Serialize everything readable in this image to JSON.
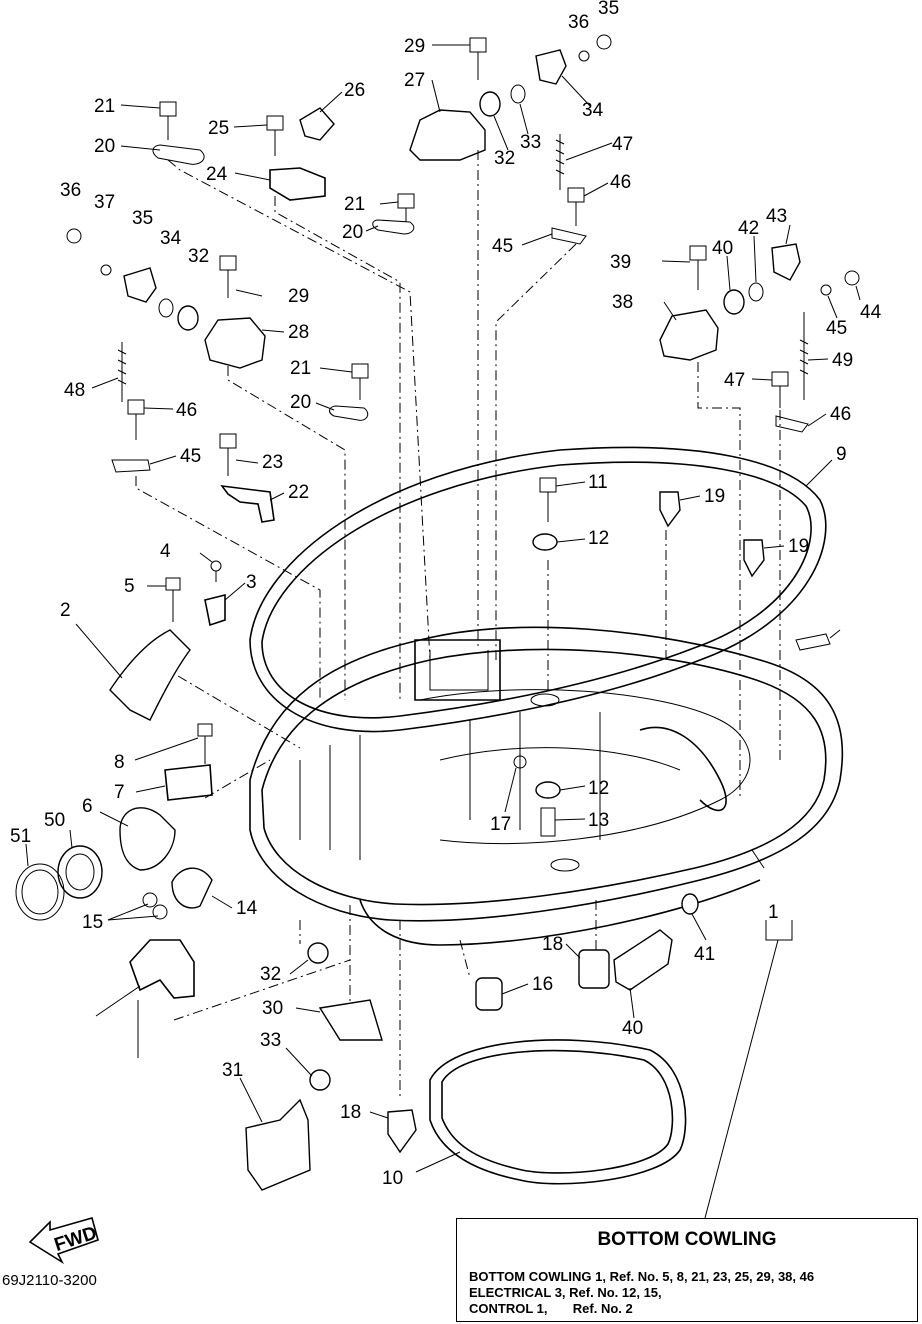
{
  "diagram": {
    "callouts": [
      "1",
      "2",
      "3",
      "4",
      "5",
      "6",
      "7",
      "8",
      "9",
      "10",
      "11",
      "12",
      "12",
      "13",
      "14",
      "15",
      "16",
      "17",
      "18",
      "18",
      "19",
      "19",
      "20",
      "20",
      "20",
      "21",
      "21",
      "21",
      "22",
      "23",
      "24",
      "25",
      "26",
      "27",
      "28",
      "29",
      "29",
      "30",
      "31",
      "32",
      "32",
      "32",
      "33",
      "33",
      "34",
      "34",
      "35",
      "35",
      "36",
      "36",
      "37",
      "38",
      "39",
      "40",
      "40",
      "41",
      "42",
      "43",
      "44",
      "45",
      "45",
      "45",
      "46",
      "46",
      "46",
      "47",
      "47",
      "48",
      "49",
      "50",
      "51"
    ],
    "fwd_label": "FWD",
    "drawing_code": "69J2110-3200"
  },
  "legend": {
    "title": "BOTTOM COWLING",
    "lines": [
      "BOTTOM COWLING 1, Ref. No. 5, 8, 21, 23, 25, 29, 38, 46",
      "ELECTRICAL 3, Ref. No. 12, 15,",
      "CONTROL 1,       Ref. No. 2"
    ]
  }
}
